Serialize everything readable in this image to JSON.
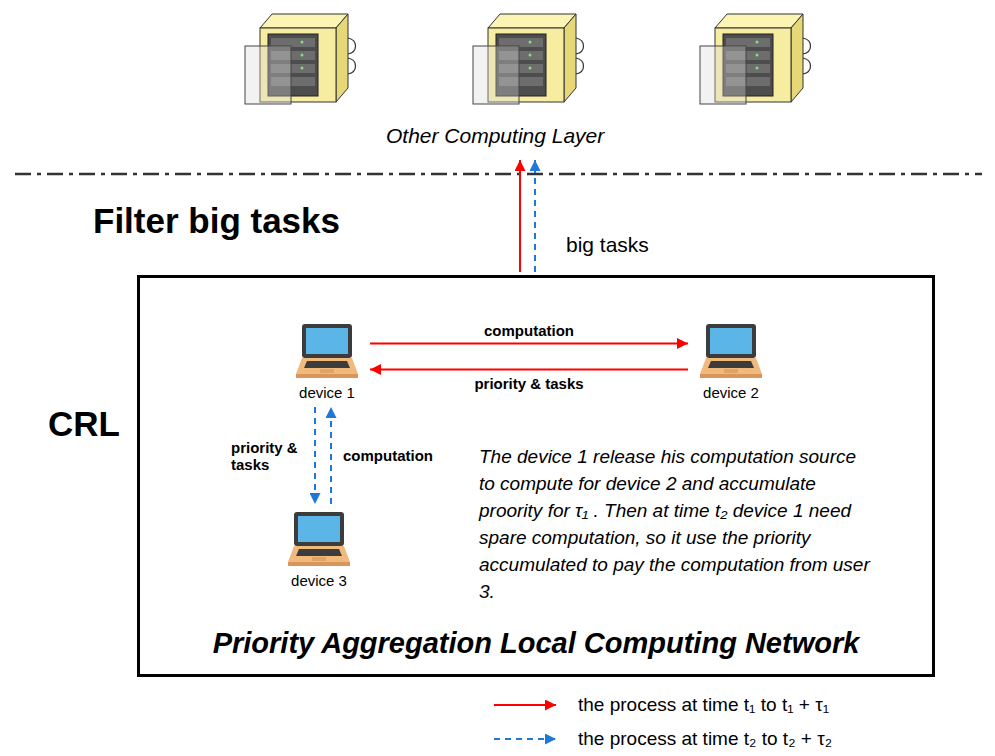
{
  "diagram": {
    "nodes": [
      {
        "text": [
          "Priority Aggregation Local Computing Network"
        ]
      },
      {
        "text": [
          "device 1"
        ],
        "in": 0
      },
      {
        "text": [
          "device 2"
        ],
        "in": 0
      },
      {
        "text": [
          "device 3"
        ],
        "in": 0
      }
    ],
    "edges": [
      {
        "from": 1,
        "to": 2,
        "arrow": "to",
        "label": "computation"
      },
      {
        "from": 2,
        "to": 1,
        "arrow": "to",
        "label": "priority & tasks"
      },
      {
        "from": 1,
        "to": 3,
        "arrow": "to",
        "label": "priority & tasks"
      },
      {
        "from": 3,
        "to": 1,
        "arrow": "to",
        "label": "computation"
      }
    ],
    "labels": [
      "Other Computing Layer",
      "Filter big tasks",
      "big tasks",
      "CRL",
      "The device 1 release his computation source to compute for device 2 and accumulate proority for τ₁ . Then at time t₂ device 1 need spare computation, so it use the priority accumulated to pay the computation from user 3."
    ],
    "legend": [
      {
        "text": "the process at time t₁ to t₁ + τ₁"
      },
      {
        "text": "the process at time t₂ to t₂ + τ₂"
      }
    ]
  }
}
